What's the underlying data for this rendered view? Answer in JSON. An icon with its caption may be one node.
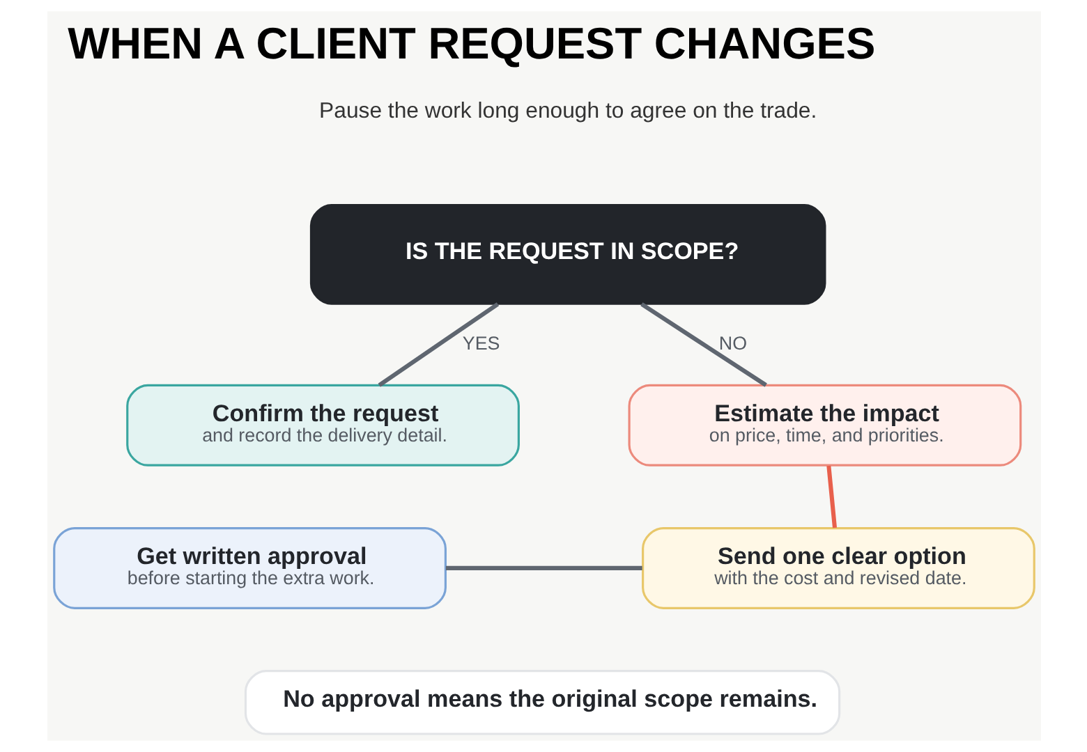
{
  "diagram": {
    "title": "WHEN A CLIENT REQUEST CHANGES",
    "nodes": [
      {
        "text": [
          "IS THE REQUEST IN SCOPE?"
        ]
      },
      {
        "text": [
          "Confirm the request",
          "and record the delivery detail."
        ]
      },
      {
        "text": [
          "Estimate the impact",
          "on price, time, and priorities."
        ]
      },
      {
        "text": [
          "Get written approval",
          "before starting the extra work."
        ]
      },
      {
        "text": [
          "Send one clear option",
          "with the cost and revised date."
        ]
      },
      {
        "text": [
          "No approval means the original scope remains."
        ]
      }
    ],
    "edges": [
      {
        "from": 0,
        "to": 1,
        "label": "YES",
        "arrow": "none"
      },
      {
        "from": 0,
        "to": 2,
        "label": "NO",
        "arrow": "none"
      },
      {
        "from": 2,
        "to": 4,
        "arrow": "none",
        "color": "#e8604c"
      },
      {
        "from": 3,
        "to": 4,
        "arrow": "none"
      }
    ],
    "labels": [
      "Pause the work long enough to agree on the trade."
    ]
  }
}
